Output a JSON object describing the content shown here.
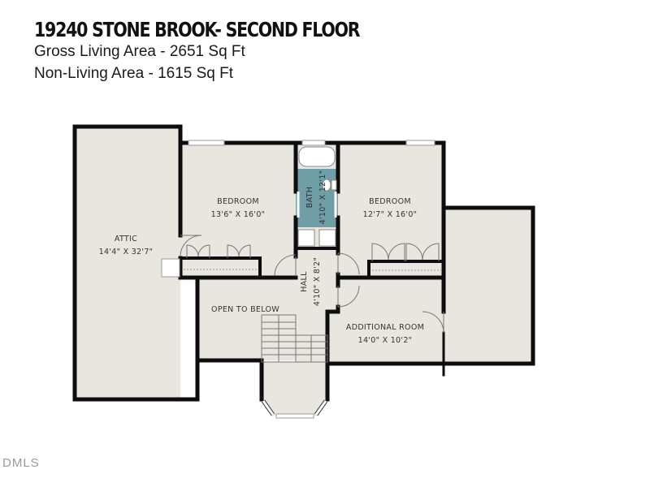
{
  "header": {
    "title": "19240 STONE BROOK- SECOND FLOOR",
    "gross_living_area": "Gross Living Area - 2651 Sq Ft",
    "non_living_area": "Non-Living Area - 1615 Sq Ft"
  },
  "colors": {
    "floor": "#e8e6de",
    "wall": "#0d0d0d",
    "bath": "#6f9ea6",
    "fixture_line": "#888888"
  },
  "rooms": {
    "attic": {
      "name": "ATTIC",
      "dims": "14'4\" X 32'7\""
    },
    "bedroom_left": {
      "name": "BEDROOM",
      "dims": "13'6\" X 16'0\""
    },
    "bath": {
      "name": "BATH",
      "dims": "4'10\" X 12'1\""
    },
    "bedroom_right": {
      "name": "BEDROOM",
      "dims": "12'7\" X 16'0\""
    },
    "hall": {
      "name": "HALL",
      "dims": "4'10\" X 8'2\""
    },
    "open_to_below": {
      "name": "OPEN TO BELOW"
    },
    "additional_room": {
      "name": "ADDITIONAL ROOM",
      "dims": "14'0\" X 10'2\""
    }
  },
  "watermark": "DMLS"
}
